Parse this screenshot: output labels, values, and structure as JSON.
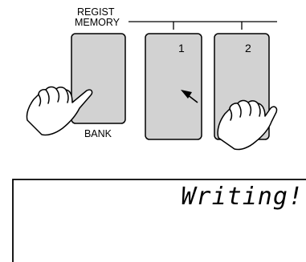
{
  "group_label_line1": "REGIST",
  "group_label_line2": "MEMORY",
  "buttons": [
    {
      "label": "",
      "caption": "BANK",
      "pressed": true
    },
    {
      "label": "1",
      "caption": "",
      "pressed": false
    },
    {
      "label": "2",
      "caption": "",
      "pressed": true
    }
  ],
  "display": {
    "text": "Writing!"
  },
  "colors": {
    "button_fill": "#d2d2d2",
    "line": "#000000",
    "background": "#ffffff"
  }
}
